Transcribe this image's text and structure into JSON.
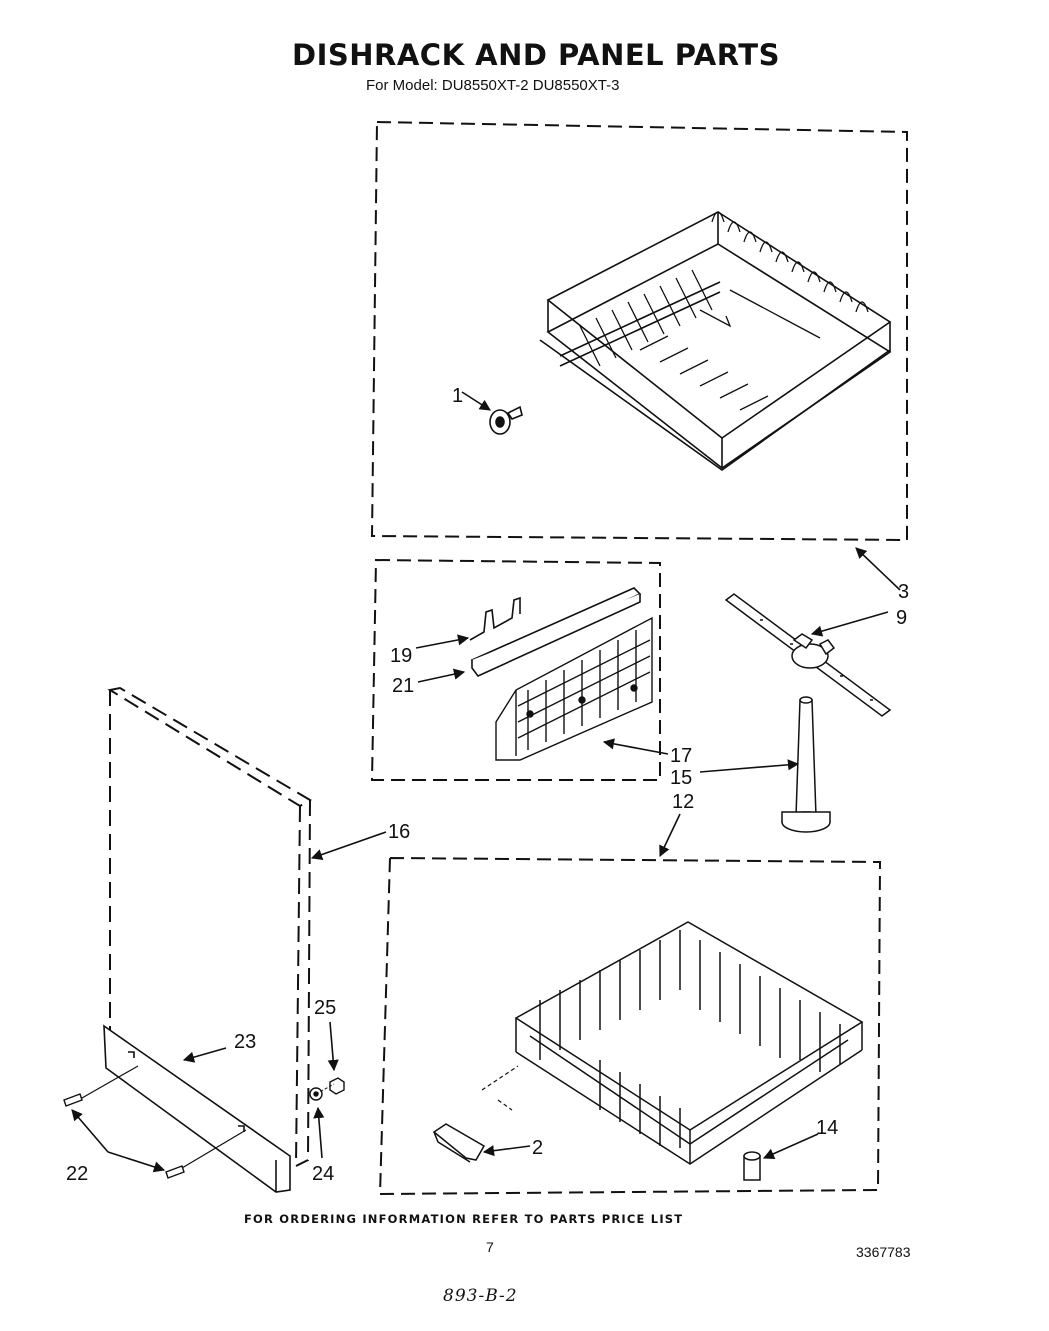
{
  "header": {
    "title": "DISHRACK AND PANEL PARTS",
    "subtitle": "For Model: DU8550XT-2 DU8550XT-3"
  },
  "callouts": {
    "c1": "1",
    "c2": "2",
    "c3": "3",
    "c9": "9",
    "c12": "12",
    "c14": "14",
    "c15": "15",
    "c16": "16",
    "c17": "17",
    "c19": "19",
    "c21": "21",
    "c22": "22",
    "c23": "23",
    "c24": "24",
    "c25": "25"
  },
  "footer": {
    "ordering_note": "FOR ORDERING INFORMATION REFER TO PARTS PRICE LIST",
    "page_number": "7",
    "document_number": "3367783",
    "handwritten_note": "893-B-2"
  }
}
